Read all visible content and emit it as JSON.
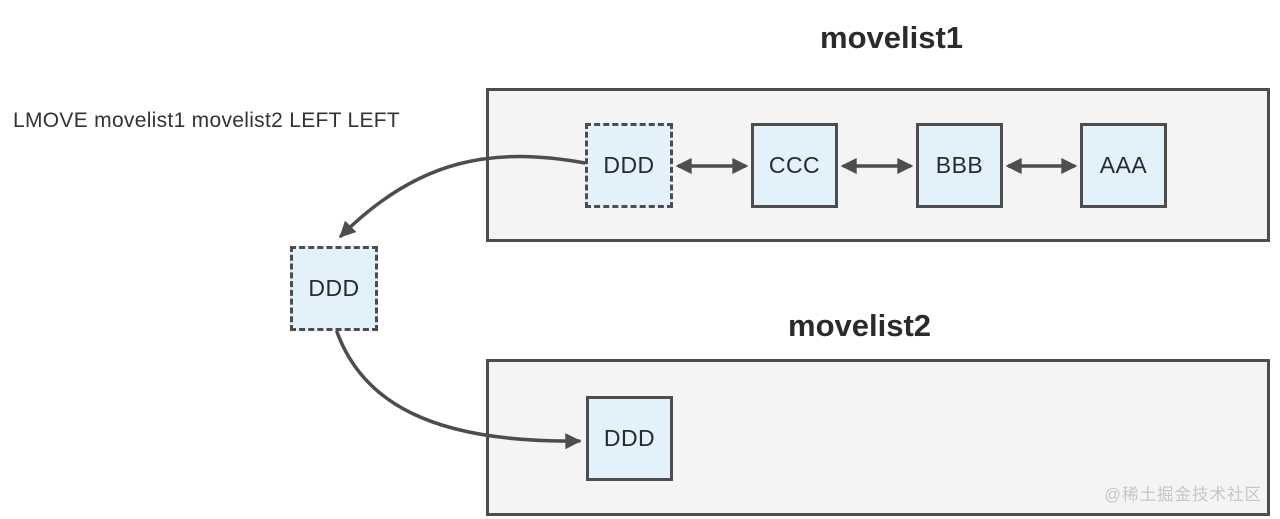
{
  "command": {
    "text": "LMOVE movelist1 movelist2 LEFT LEFT"
  },
  "list1": {
    "title": "movelist1",
    "items": [
      {
        "label": "DDD",
        "style": "dashed"
      },
      {
        "label": "CCC",
        "style": "solid"
      },
      {
        "label": "BBB",
        "style": "solid"
      },
      {
        "label": "AAA",
        "style": "solid"
      }
    ]
  },
  "moved_item": {
    "label": "DDD",
    "style": "dashed"
  },
  "list2": {
    "title": "movelist2",
    "items": [
      {
        "label": "DDD",
        "style": "solid"
      }
    ]
  },
  "watermark": {
    "text": "@稀土掘金技术社区"
  },
  "colors": {
    "box_fill": "#e3f1fa",
    "box_border": "#4d4d4d",
    "container_fill": "#f4f4f4",
    "container_border": "#4d4d4d",
    "arrow": "#4d4d4d",
    "title_text": "#2b2b2b",
    "command_text": "#333333",
    "watermark_text": "#c6c6c6"
  }
}
